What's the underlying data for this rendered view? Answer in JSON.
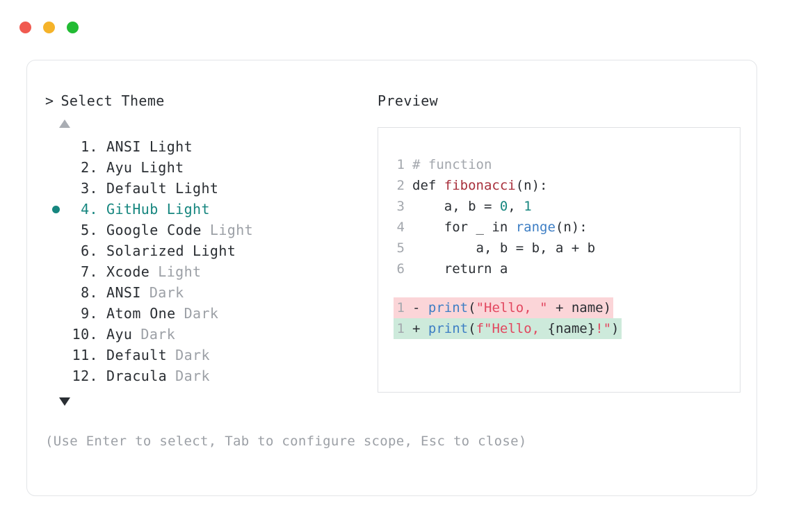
{
  "window": {
    "controls": [
      {
        "name": "close",
        "color": "#f05a50"
      },
      {
        "name": "minimize",
        "color": "#f5b32a"
      },
      {
        "name": "maximize",
        "color": "#22bb33"
      }
    ]
  },
  "selector": {
    "prompt_symbol": ">",
    "title": "Select Theme",
    "scroll_up": "▲",
    "scroll_down": "▼",
    "selected_index": 4,
    "bullet_glyph": "●",
    "accent_color": "#16867f",
    "items": [
      {
        "index": "1.",
        "name": "ANSI",
        "variant": "Light",
        "variant_muted": false,
        "selected": false
      },
      {
        "index": "2.",
        "name": "Ayu",
        "variant": "Light",
        "variant_muted": false,
        "selected": false
      },
      {
        "index": "3.",
        "name": "Default",
        "variant": "Light",
        "variant_muted": false,
        "selected": false
      },
      {
        "index": "4.",
        "name": "GitHub",
        "variant": "Light",
        "variant_muted": false,
        "selected": true
      },
      {
        "index": "5.",
        "name": "Google Code",
        "variant": "Light",
        "variant_muted": true,
        "selected": false
      },
      {
        "index": "6.",
        "name": "Solarized",
        "variant": "Light",
        "variant_muted": false,
        "selected": false
      },
      {
        "index": "7.",
        "name": "Xcode",
        "variant": "Light",
        "variant_muted": true,
        "selected": false
      },
      {
        "index": "8.",
        "name": "ANSI",
        "variant": "Dark",
        "variant_muted": true,
        "selected": false
      },
      {
        "index": "9.",
        "name": "Atom One",
        "variant": "Dark",
        "variant_muted": true,
        "selected": false
      },
      {
        "index": "10.",
        "name": "Ayu",
        "variant": "Dark",
        "variant_muted": true,
        "selected": false
      },
      {
        "index": "11.",
        "name": "Default",
        "variant": "Dark",
        "variant_muted": true,
        "selected": false
      },
      {
        "index": "12.",
        "name": "Dracula",
        "variant": "Dark",
        "variant_muted": true,
        "selected": false
      }
    ]
  },
  "preview": {
    "title": "Preview",
    "code_lines": [
      {
        "num": "1",
        "tokens": [
          {
            "t": "# function",
            "c": "tok-comment"
          }
        ]
      },
      {
        "num": "2",
        "tokens": [
          {
            "t": "def ",
            "c": "tok-keyword"
          },
          {
            "t": "fibonacci",
            "c": "tok-fn"
          },
          {
            "t": "(n):",
            "c": "tok-punc"
          }
        ]
      },
      {
        "num": "3",
        "tokens": [
          {
            "t": "    a, b = ",
            "c": "code-text"
          },
          {
            "t": "0",
            "c": "tok-num"
          },
          {
            "t": ", ",
            "c": "code-text"
          },
          {
            "t": "1",
            "c": "tok-num"
          }
        ]
      },
      {
        "num": "4",
        "tokens": [
          {
            "t": "    for _ in ",
            "c": "code-text"
          },
          {
            "t": "range",
            "c": "tok-builtin"
          },
          {
            "t": "(n):",
            "c": "tok-punc"
          }
        ]
      },
      {
        "num": "5",
        "tokens": [
          {
            "t": "        a, b = b, a + b",
            "c": "code-text"
          }
        ]
      },
      {
        "num": "6",
        "tokens": [
          {
            "t": "    return a",
            "c": "code-text"
          }
        ]
      }
    ],
    "diff_lines": [
      {
        "num": "1",
        "mark": "-",
        "kind": "diff-del",
        "tokens": [
          {
            "t": " ",
            "c": "code-text"
          },
          {
            "t": "print",
            "c": "tok-call"
          },
          {
            "t": "(",
            "c": "tok-punc"
          },
          {
            "t": "\"Hello, \"",
            "c": "tok-str"
          },
          {
            "t": " + name",
            "c": "code-text"
          },
          {
            "t": ")",
            "c": "tok-punc"
          }
        ]
      },
      {
        "num": "1",
        "mark": "+",
        "kind": "diff-add",
        "tokens": [
          {
            "t": " ",
            "c": "code-text"
          },
          {
            "t": "print",
            "c": "tok-call"
          },
          {
            "t": "(",
            "c": "tok-punc"
          },
          {
            "t": "f\"Hello, ",
            "c": "tok-str"
          },
          {
            "t": "{name}",
            "c": "code-text"
          },
          {
            "t": "!\"",
            "c": "tok-str"
          },
          {
            "t": ")",
            "c": "tok-punc"
          }
        ]
      }
    ]
  },
  "hint": "(Use Enter to select, Tab to configure scope, Esc to close)"
}
